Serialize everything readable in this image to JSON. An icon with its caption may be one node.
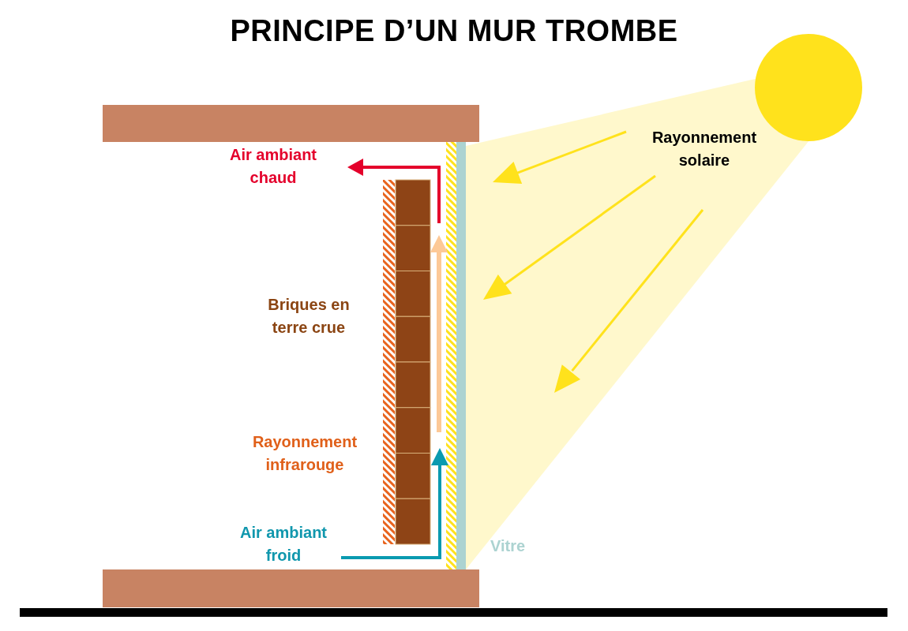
{
  "diagram": {
    "title": "PRINCIPE D’UN MUR TROMBE",
    "labels": [
      "Air ambiant chaud",
      "Rayonnement solaire",
      "Briques en terre crue",
      "Rayonnement infrarouge",
      "Air ambiant froid",
      "Vitre"
    ]
  }
}
